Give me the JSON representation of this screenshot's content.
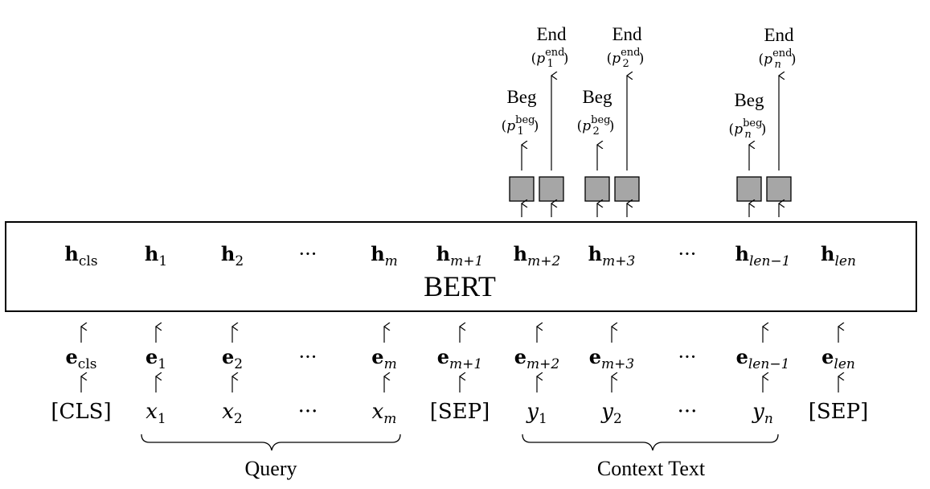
{
  "model_label": "BERT",
  "hidden_row": [
    {
      "base": "h",
      "sub": "cls",
      "sub_italic": false
    },
    {
      "base": "h",
      "sub": "1",
      "sub_italic": false
    },
    {
      "base": "h",
      "sub": "2",
      "sub_italic": false
    },
    {
      "base": "···",
      "sub": "",
      "sub_italic": false
    },
    {
      "base": "h",
      "sub": "m",
      "sub_italic": true
    },
    {
      "base": "h",
      "sub": "m+1",
      "sub_italic": true
    },
    {
      "base": "h",
      "sub": "m+2",
      "sub_italic": true
    },
    {
      "base": "h",
      "sub": "m+3",
      "sub_italic": true
    },
    {
      "base": "···",
      "sub": "",
      "sub_italic": false
    },
    {
      "base": "h",
      "sub": "len−1",
      "sub_italic": true
    },
    {
      "base": "h",
      "sub": "len",
      "sub_italic": true
    }
  ],
  "embedding_row": [
    {
      "base": "e",
      "sub": "cls",
      "sub_italic": false
    },
    {
      "base": "e",
      "sub": "1",
      "sub_italic": false
    },
    {
      "base": "e",
      "sub": "2",
      "sub_italic": false
    },
    {
      "base": "···",
      "sub": "",
      "sub_italic": false
    },
    {
      "base": "e",
      "sub": "m",
      "sub_italic": true
    },
    {
      "base": "e",
      "sub": "m+1",
      "sub_italic": true
    },
    {
      "base": "e",
      "sub": "m+2",
      "sub_italic": true
    },
    {
      "base": "e",
      "sub": "m+3",
      "sub_italic": true
    },
    {
      "base": "···",
      "sub": "",
      "sub_italic": false
    },
    {
      "base": "e",
      "sub": "len−1",
      "sub_italic": true
    },
    {
      "base": "e",
      "sub": "len",
      "sub_italic": true
    }
  ],
  "token_row": [
    {
      "base": "[CLS]",
      "sub": "",
      "italic": false
    },
    {
      "base": "x",
      "sub": "1",
      "italic": true
    },
    {
      "base": "x",
      "sub": "2",
      "italic": true
    },
    {
      "base": "···",
      "sub": "",
      "italic": false
    },
    {
      "base": "x",
      "sub": "m",
      "italic": true
    },
    {
      "base": "[SEP]",
      "sub": "",
      "italic": false
    },
    {
      "base": "y",
      "sub": "1",
      "italic": true
    },
    {
      "base": "y",
      "sub": "2",
      "italic": true
    },
    {
      "base": "···",
      "sub": "",
      "italic": false
    },
    {
      "base": "y",
      "sub": "n",
      "italic": true
    },
    {
      "base": "[SEP]",
      "sub": "",
      "italic": false
    }
  ],
  "groups": {
    "query_label": "Query",
    "context_label": "Context Text"
  },
  "output_heads": [
    {
      "beg_label": "Beg",
      "beg_var": "p",
      "beg_sub": "1",
      "beg_sup": "beg",
      "end_label": "End",
      "end_var": "p",
      "end_sub": "1",
      "end_sup": "end"
    },
    {
      "beg_label": "Beg",
      "beg_var": "p",
      "beg_sub": "2",
      "beg_sup": "beg",
      "end_label": "End",
      "end_var": "p",
      "end_sub": "2",
      "end_sup": "end"
    },
    {
      "beg_label": "Beg",
      "beg_var": "p",
      "beg_sub": "n",
      "beg_sup": "beg",
      "end_label": "End",
      "end_var": "p",
      "end_sub": "n",
      "end_sup": "end"
    }
  ],
  "colors": {
    "line": "#000000",
    "classifier_fill": "#a6a6a6",
    "background": "#ffffff"
  }
}
